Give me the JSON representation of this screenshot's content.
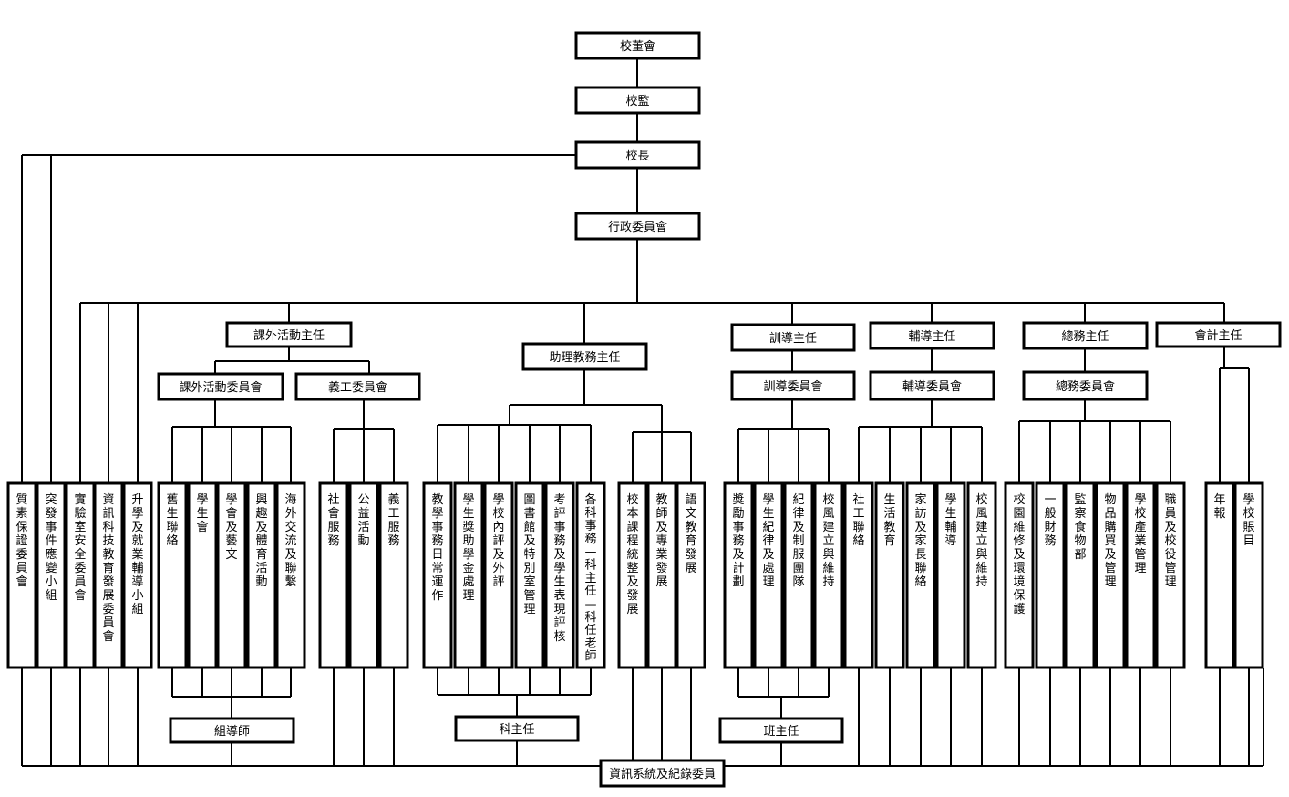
{
  "top": {
    "board": "校董會",
    "supervisor": "校監",
    "principal": "校長",
    "admin_committee": "行政委員會"
  },
  "heads": {
    "extracurricular": "課外活動主任",
    "assistant_academic": "助理教務主任",
    "discipline": "訓導主任",
    "guidance": "輔導主任",
    "general_affairs": "總務主任",
    "accounting": "會計主任"
  },
  "committees": {
    "extracurricular": "課外活動委員會",
    "volunteer": "義工委員會",
    "discipline": "訓導委員會",
    "guidance": "輔導委員會",
    "general_affairs": "總務委員會"
  },
  "units": {
    "qa": "質素保證委員會",
    "emergency": "突發事件應變小組",
    "lab_safety": "實驗室安全委員會",
    "it_dev": "資訊科技教育發展委員會",
    "career": "升學及就業輔導小組",
    "alumni": "舊生聯絡",
    "student_union": "學生會",
    "academic_arts": "學會及藝文",
    "interest_sports": "興趣及體育活動",
    "exchange": "海外交流及聯繫",
    "community": "社會服務",
    "charity": "公益活動",
    "volunteer_service": "義工服務",
    "teaching_daily": "教學事務日常運作",
    "scholarship": "學生獎助學金處理",
    "evaluation": "學校內評及外評",
    "library": "圖書館及特別室管理",
    "assessment": "考評事務及學生表現評核",
    "subjects": "各科事務—科主任—科任老師",
    "curriculum": "校本課程統整及發展",
    "teacher_dev": "教師及專業發展",
    "language": "語文教育發展",
    "rewards": "獎勵事務及計劃",
    "student_discipline": "學生紀律及處理",
    "uniform_groups": "紀律及制服團隊",
    "school_spirit_1": "校風建立與維持",
    "social_work": "社工聯絡",
    "life_ed": "生活教育",
    "home_visit": "家訪及家長聯絡",
    "student_guidance": "學生輔導",
    "school_spirit_2": "校風建立與維持",
    "campus": "校園維修及環境保護",
    "finance": "一般財務",
    "canteen": "監察食物部",
    "procurement": "物品購買及管理",
    "assets": "學校產業管理",
    "staff_mgmt": "職員及校役管理",
    "annual_report": "年報",
    "accounts": "學校賬目"
  },
  "bottom": {
    "group_tutor": "組導師",
    "subject_head": "科主任",
    "class_teacher": "班主任",
    "records": "資訊系統及紀錄委員"
  }
}
